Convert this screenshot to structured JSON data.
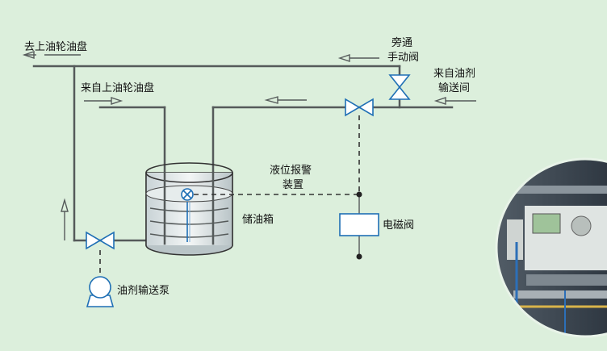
{
  "labels": {
    "to_upper_tray": "去上油轮油盘",
    "from_upper_tray": "来自上油轮油盘",
    "bypass_line1": "旁通",
    "bypass_line2": "手动阀",
    "from_room_line1": "来自油剂",
    "from_room_line2": "输送间",
    "level_alarm_line1": "液位报警",
    "level_alarm_line2": "装置",
    "tank": "储油箱",
    "solenoid_valve": "电磁阀",
    "pump": "油剂输送泵"
  },
  "colors": {
    "background": "#dcefdc",
    "pipe": "#555a5a",
    "valve": "#1f6fb5"
  }
}
